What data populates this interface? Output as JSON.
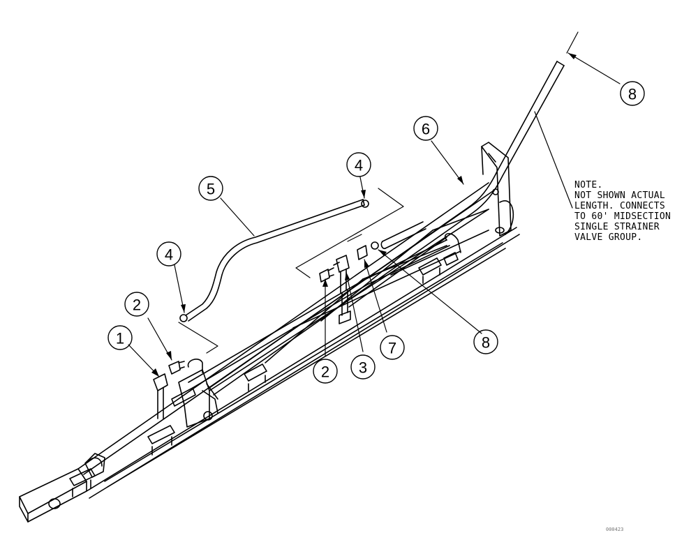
{
  "callouts": [
    {
      "label": "1"
    },
    {
      "label": "2"
    },
    {
      "label": "2"
    },
    {
      "label": "3"
    },
    {
      "label": "4"
    },
    {
      "label": "4"
    },
    {
      "label": "5"
    },
    {
      "label": "6"
    },
    {
      "label": "7"
    },
    {
      "label": "8"
    },
    {
      "label": "8"
    }
  ],
  "note": {
    "lines": [
      "NOTE.",
      "NOT SHOWN ACTUAL",
      "LENGTH. CONNECTS",
      "TO 60' MIDSECTION",
      "SINGLE STRAINER",
      "VALVE GROUP."
    ]
  },
  "figure_id": "000423"
}
